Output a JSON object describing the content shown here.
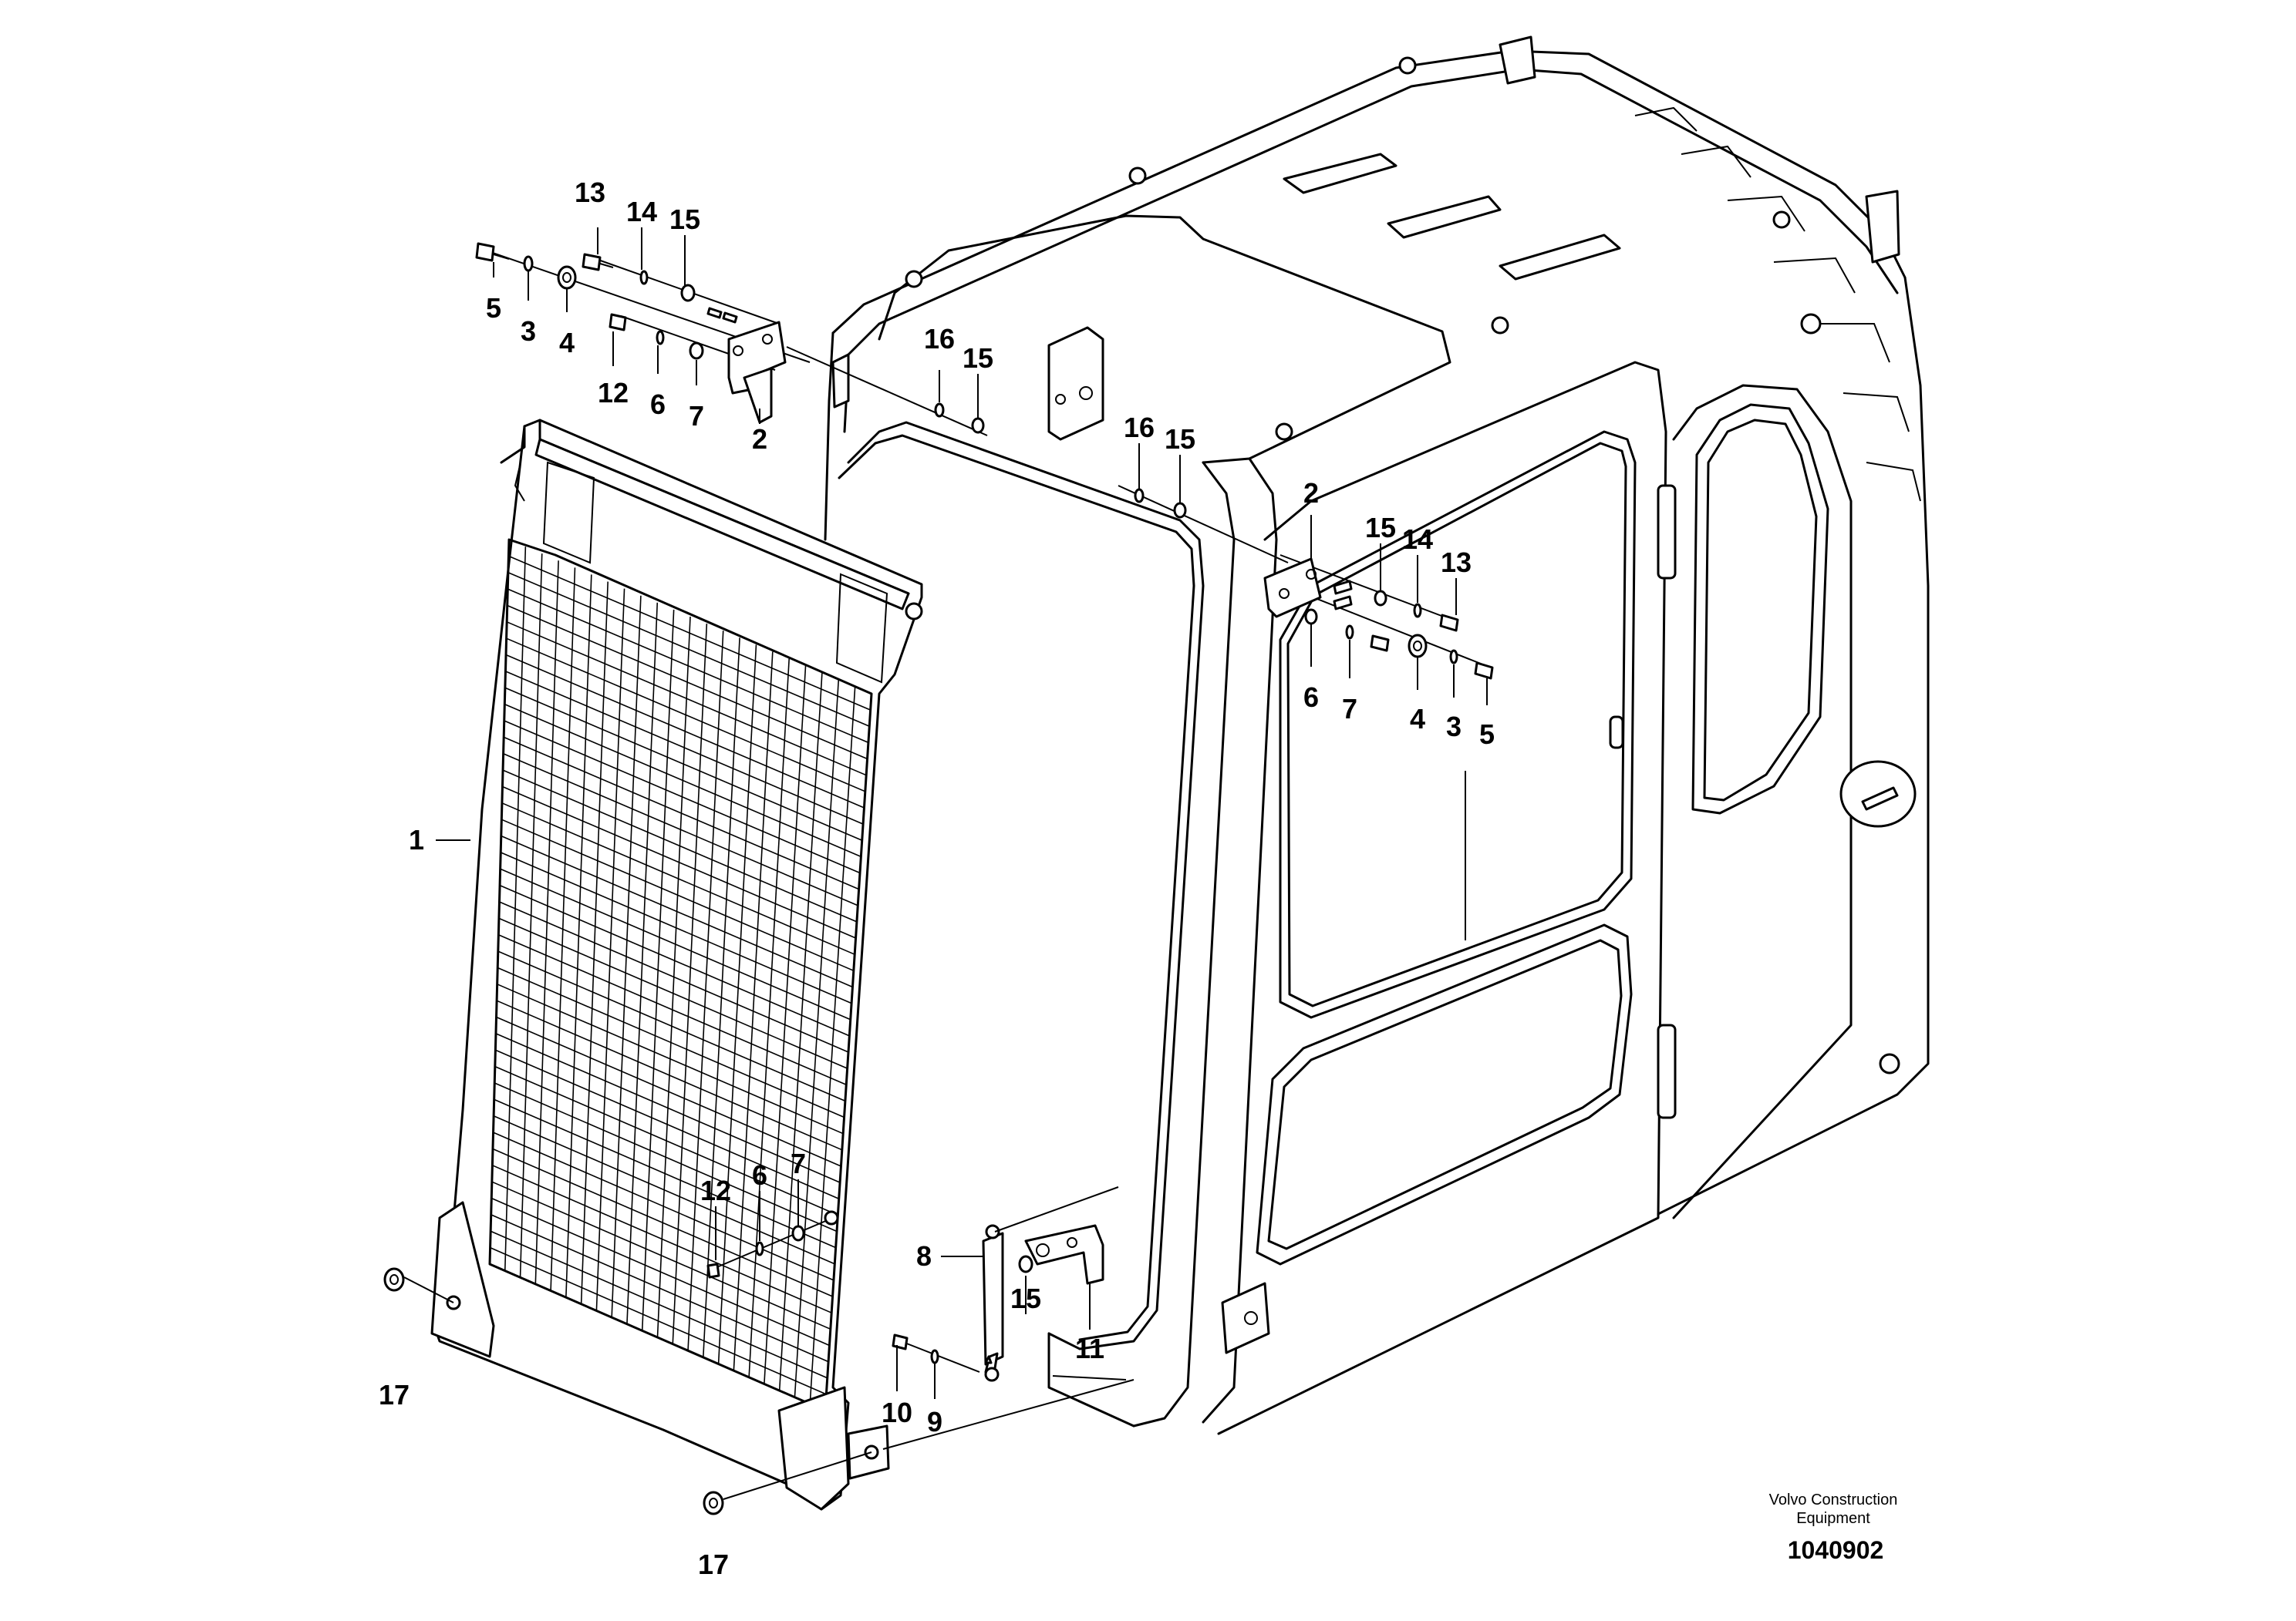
{
  "callouts": {
    "c1": "1",
    "c2a": "2",
    "c2b": "2",
    "c3a": "3",
    "c3b": "3",
    "c4a": "4",
    "c4b": "4",
    "c5a": "5",
    "c5b": "5",
    "c6a": "6",
    "c6b": "6",
    "c6c": "6",
    "c7a": "7",
    "c7b": "7",
    "c7c": "7",
    "c8": "8",
    "c9": "9",
    "c10": "10",
    "c11": "11",
    "c12a": "12",
    "c12b": "12",
    "c13a": "13",
    "c13b": "13",
    "c14a": "14",
    "c14b": "14",
    "c15a": "15",
    "c15b": "15",
    "c15c": "15",
    "c15d": "15",
    "c15e": "15",
    "c16a": "16",
    "c16b": "16",
    "c17a": "17",
    "c17b": "17"
  },
  "credit": {
    "line1": "Volvo Construction",
    "line2": "Equipment"
  },
  "document_number": "1040902"
}
